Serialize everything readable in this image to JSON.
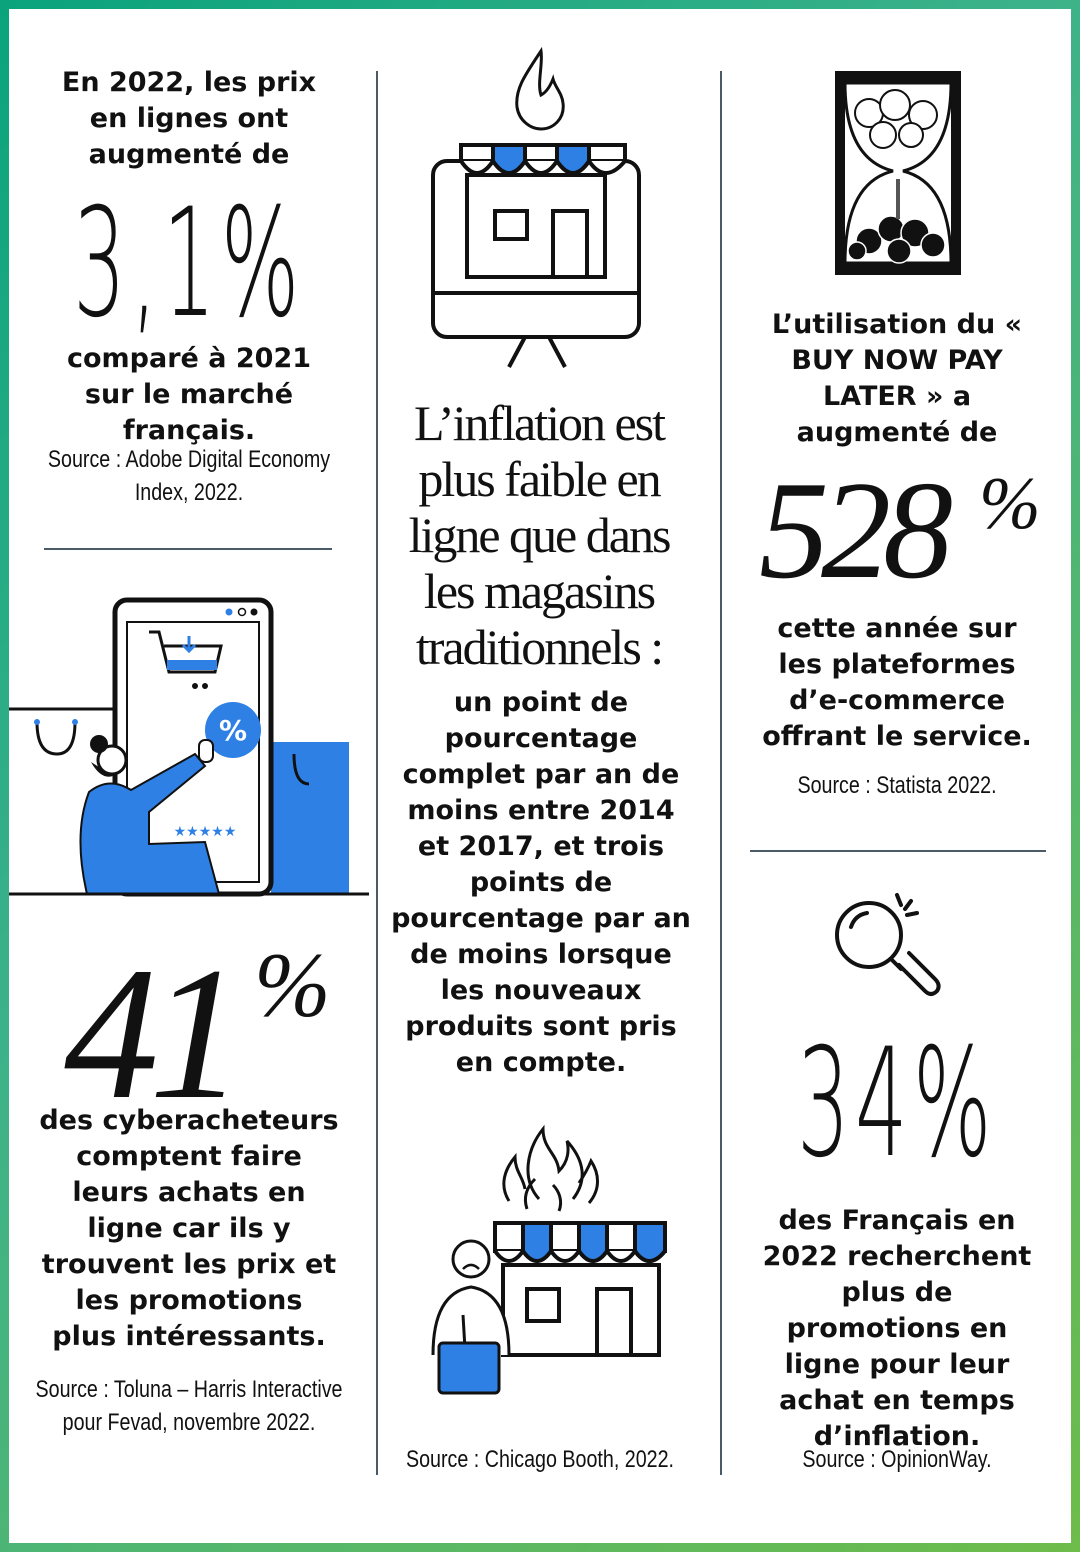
{
  "col1": {
    "intro": "En 2022, les prix en lignes ont augmenté de",
    "stat": "3,1%",
    "outro": "comparé à 2021 sur le marché français.",
    "source": "Source : Adobe Digital Economy Index, 2022.",
    "stat2": "41",
    "stat2_pct": "%",
    "text2": "des cyberacheteurs comptent faire leurs achats en ligne car ils y trouvent les prix et les promotions plus intéressants.",
    "source2": "Source : Toluna – Harris Interactive pour Fevad, novembre 2022."
  },
  "col2": {
    "headline": "L’inflation est plus faible en ligne que dans les magasins traditionnels :",
    "text": "un point de pourcentage complet par an de moins entre 2014 et 2017, et trois points de pourcentage par an de moins lorsque les nouveaux produits sont pris en compte.",
    "source": "Source : Chicago Booth, 2022."
  },
  "col3": {
    "intro": "L’utilisation du « BUY NOW PAY LATER » a augmenté de",
    "stat": "528",
    "stat_pct": "%",
    "outro": "cette année sur les plateformes d’e-commerce offrant le service.",
    "source": "Source : Statista 2022.",
    "stat2": "34%",
    "text2": "des Français en 2022 recherchent plus de promotions en ligne pour leur achat en temps d’inflation.",
    "source2": "Source : OpinionWay."
  },
  "colors": {
    "accent_blue": "#2f80e4",
    "border_green": "#2fae80",
    "rule": "#4a5a66"
  },
  "icons": [
    "flame-icon",
    "shop-monitor-icon",
    "hourglass-coins-icon",
    "phone-cart-icon",
    "shopper-woman-icon",
    "shopping-bag-icon",
    "magnifier-icon",
    "burning-store-icon",
    "sad-shopper-icon"
  ]
}
